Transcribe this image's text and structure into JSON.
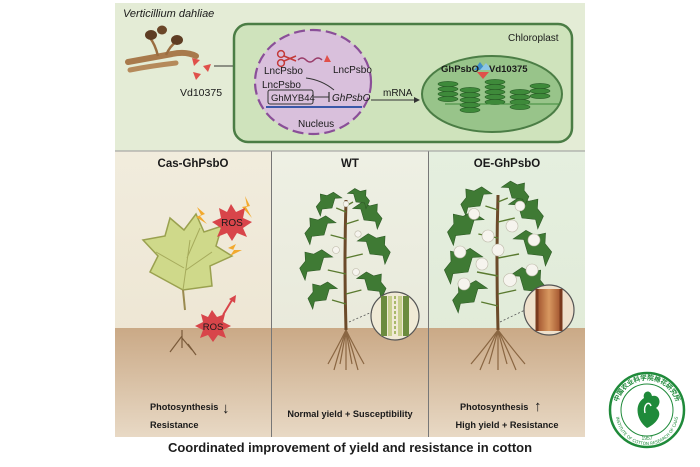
{
  "pathogen": {
    "name": "Verticillium dahliae",
    "effector": "Vd10375"
  },
  "nucleus": {
    "label": "Nucleus",
    "lnc_upper": "LncPsbo",
    "lnc_lower": "LncPsbo",
    "lnc_right": "LncPsbo",
    "tf": "GhMYB44",
    "gene": "GhPsbO"
  },
  "transport_label": "mRNA",
  "chloroplast": {
    "label": "Chloroplast",
    "protein": "GhPsbO",
    "effector": "Vd10375"
  },
  "panels": [
    {
      "title": "Cas-GhPsbO",
      "ros_top": "ROS",
      "ros_bottom": "ROS",
      "line1": "Photosynthesis",
      "line2": "Resistance",
      "arrow": "↓"
    },
    {
      "title": "WT",
      "line1": "Normal yield + Susceptibility"
    },
    {
      "title": "OE-GhPsbO",
      "line1": "Photosynthesis",
      "line2": "High yield + Resistance",
      "arrow": "↑"
    }
  ],
  "caption": "Coordinated improvement of yield and resistance in cotton",
  "logo": {
    "text_top": "中国农业科学院棉花研究所",
    "text_bottom": "INSTITUTE OF COTTON RESEARCH OF CAAS",
    "year": "1957"
  },
  "colors": {
    "top_bg": "#e4ecd6",
    "chloroplast_fill": "#98c48a",
    "chloroplast_stroke": "#4b7d45",
    "nucleus_fill": "#d9c0dc",
    "nucleus_stroke": "#8a4f98",
    "effector_red": "#e0504a",
    "ros_red": "#d8454a",
    "soil": "#c9a987",
    "logo_green": "#1f8a3a"
  }
}
